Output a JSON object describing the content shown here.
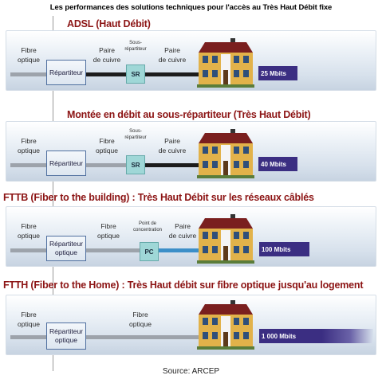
{
  "title": "Les performances des solutions techniques pour l'accès au Très Haut Débit fixe",
  "source": "Source: ARCEP",
  "colors": {
    "section_title": "#8c1414",
    "panel": "#d7e1ec",
    "speed_bar": "#3b2e82",
    "fibre": "#9da3ab",
    "copper": "#1c1c1c",
    "coax": "#3c8fc8"
  },
  "icons": [
    "house-icon"
  ],
  "sections": [
    {
      "title": "ADSL (Haut Débit)",
      "fibre_label": "Fibre\noptique",
      "box_label": "Répartiteur",
      "seg2_label": "Paire\nde cuivre",
      "node_top_label": "Sous-\nrépartiteur",
      "node_label": "SR",
      "seg3_label": "Paire\nde cuivre",
      "speed": "25 Mbits"
    },
    {
      "title": "Montée en débit au sous-répartiteur (Très Haut Débit)",
      "fibre_label": "Fibre\noptique",
      "box_label": "Répartiteur",
      "seg2_label": "Fibre\noptique",
      "node_top_label": "Sous-\nrépartiteur",
      "node_label": "SR",
      "seg3_label": "Paire\nde cuivre",
      "speed": "40 Mbits"
    },
    {
      "title": "FTTB (Fiber to the building) : Très Haut Débit sur les réseaux câblés",
      "fibre_label": "Fibre\noptique",
      "box_label": "Répartiteur\noptique",
      "seg2_label": "Fibre\noptique",
      "node_top_label": "Point de\nconcentration",
      "node_label": "PC",
      "seg3_label": "Paire\nde cuivre",
      "speed": "100 Mbits"
    },
    {
      "title": "FTTH (Fiber to the Home) : Très Haut débit sur fibre optique jusqu'au logement",
      "fibre_label": "Fibre\noptique",
      "box_label": "Répartiteur\noptique",
      "seg2_label": "Fibre\noptique",
      "speed": "1 000 Mbits"
    }
  ]
}
